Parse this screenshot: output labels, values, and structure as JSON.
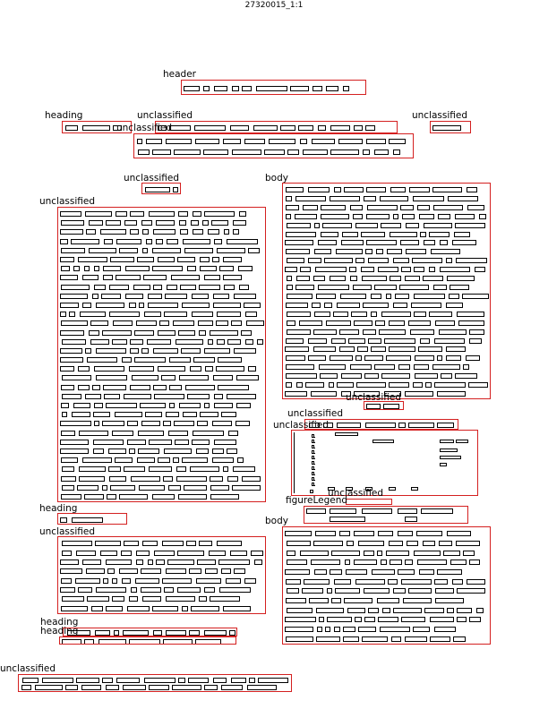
{
  "page": {
    "title": "27320015_1:1"
  },
  "labels": {
    "header": "header",
    "heading": "heading",
    "unclassified": "unclassified",
    "body": "body",
    "figureLegend": "figureLegend"
  },
  "colors": {
    "region_border": "#d42020",
    "ink": "#000000",
    "background": "#ffffff"
  }
}
